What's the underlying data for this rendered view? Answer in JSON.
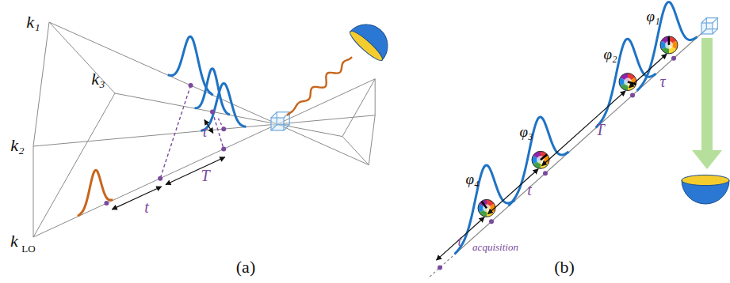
{
  "diagram": {
    "labels": [
      "k₁",
      "k₃",
      "k₂",
      "k",
      "LO",
      "t",
      "T",
      "τ",
      "(a)",
      "φ₄",
      "φ₃",
      "φ₂",
      "φ₁",
      "τ",
      "T",
      "t",
      "t",
      "acquisition",
      "(b)"
    ]
  }
}
